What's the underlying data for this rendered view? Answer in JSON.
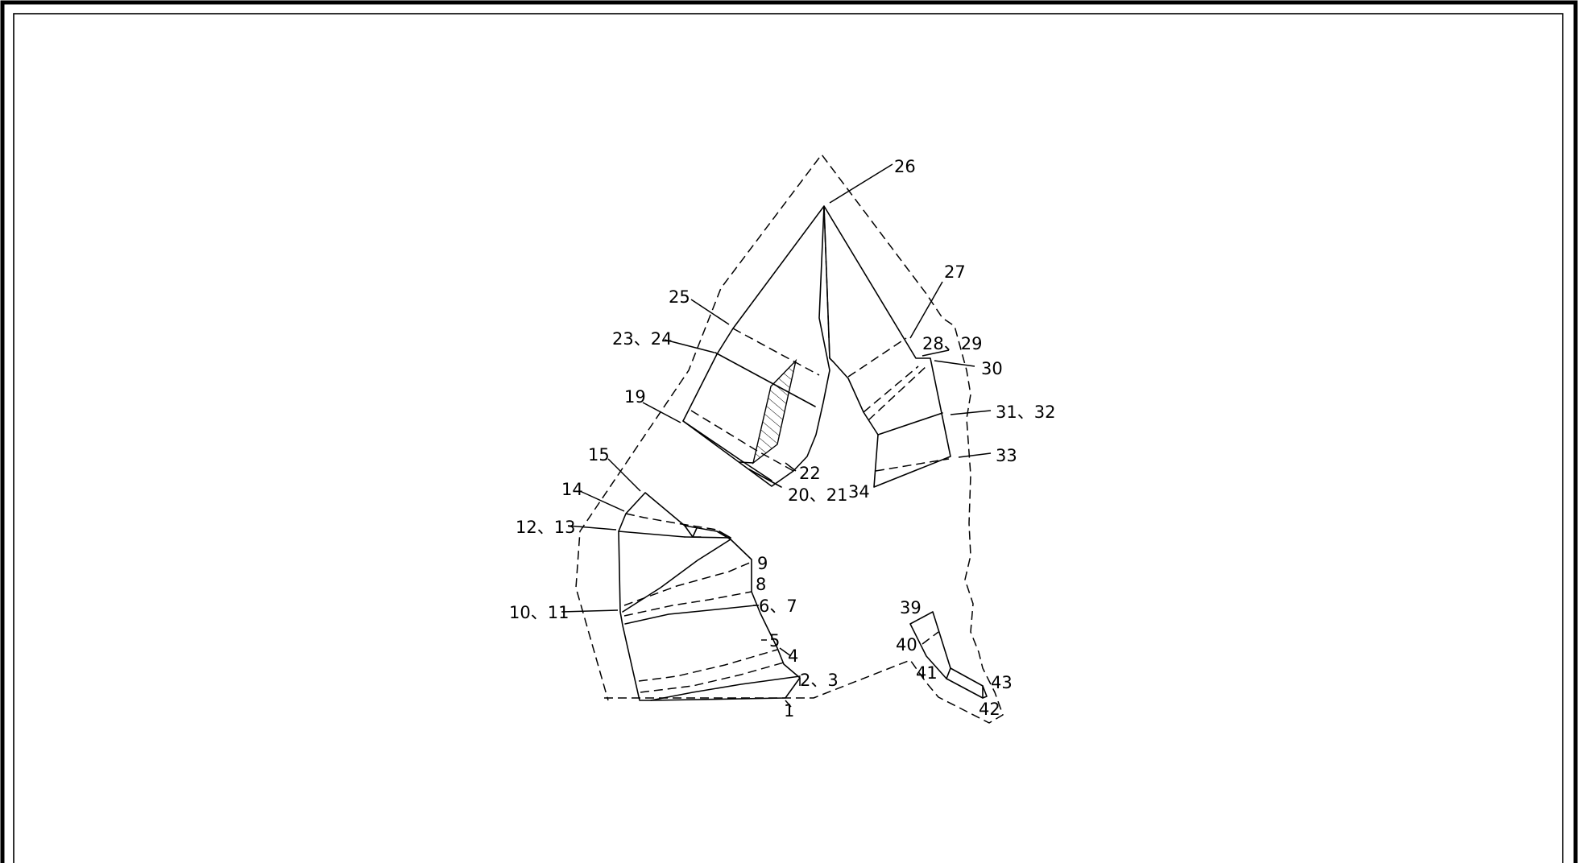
{
  "sheet": {
    "labels": {
      "l1": "1",
      "l2_3": "2、3",
      "l4": "4",
      "l5": "5",
      "l6_7": "6、7",
      "l8": "8",
      "l9": "9",
      "l10_11": "10、11",
      "l12_13": "12、13",
      "l14": "14",
      "l15": "15",
      "l19": "19",
      "l20_21": "20、21",
      "l22": "22",
      "l23_24": "23、24",
      "l25": "25",
      "l26": "26",
      "l27": "27",
      "l28_29": "28、29",
      "l30": "30",
      "l31_32": "31、32",
      "l33": "33",
      "l34": "34",
      "l39": "39",
      "l40": "40",
      "l41": "41",
      "l42": "42",
      "l43": "43"
    }
  }
}
